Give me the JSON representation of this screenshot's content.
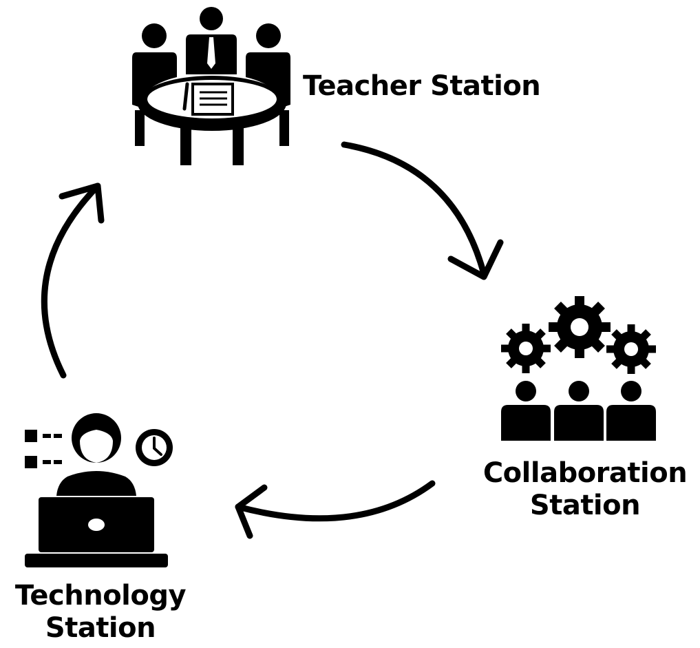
{
  "stations": {
    "teacher": {
      "label": "Teacher Station",
      "icon": "meeting-table-icon"
    },
    "collaboration": {
      "label_line1": "Collaboration",
      "label_line2": "Station",
      "icon": "team-gears-icon"
    },
    "technology": {
      "label_line1": "Technology",
      "label_line2": "Station",
      "icon": "laptop-user-icon"
    }
  },
  "colors": {
    "ink": "#000000",
    "background": "#ffffff"
  }
}
